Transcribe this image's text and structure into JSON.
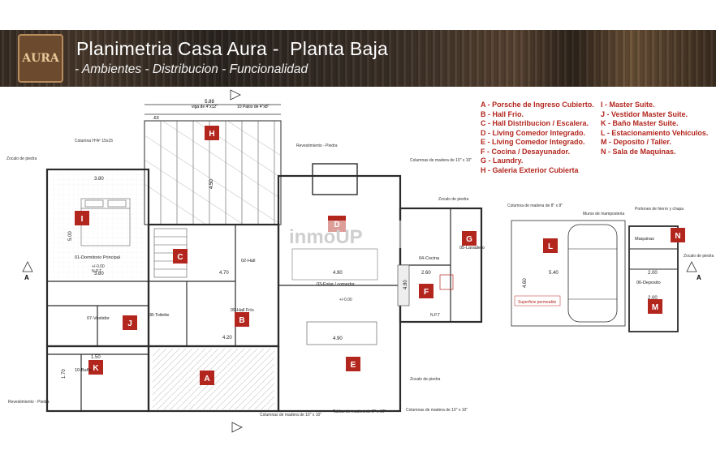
{
  "header": {
    "title": "Planimetria Casa Aura -  Planta Baja",
    "subtitle": "- Ambientes - Distribucion - Funcionalidad",
    "logo_text": "AURA"
  },
  "legend": {
    "col1": [
      "A - Porsche de Ingreso Cubierto.",
      "B - Hall Frio.",
      "C - Hall Distribucion / Escalera.",
      "D - Living Comedor Integrado.",
      "E - Living Comedor Integrado.",
      "F - Cocina / Desayunador.",
      "G - Laundry.",
      "H - Galeria Exterior Cubierta"
    ],
    "col2": [
      "I - Master Suite.",
      "J - Vestidor Master Suite.",
      "K - Baño Master Suite.",
      "L - Estacionamiento Vehículos.",
      "M - Deposito / Taller.",
      "N - Sala de Maquinas."
    ]
  },
  "markers": {
    "A": "A",
    "B": "B",
    "C": "C",
    "D": "D",
    "E": "E",
    "F": "F",
    "G": "G",
    "H": "H",
    "I": "I",
    "J": "J",
    "K": "K",
    "L": "L",
    "M": "M",
    "N": "N"
  },
  "rooms": {
    "dormitorio": "01-Dormitorio Principal",
    "hall": "02-Hall",
    "estar": "03-Estar / comedor",
    "cocina": "04-Cocina",
    "lavadero": "05-Lavadero",
    "deposito": "06-Deposito",
    "vestidor": "07-Vestidor",
    "toilette": "08-Toilette",
    "hall_frio": "09-Hall Frío",
    "bano": "10-Baño",
    "maquinas": "Maquinas"
  },
  "annotations": {
    "revestimiento_top": "Revestimiento - Piedra",
    "revestimiento_bottom": "Revestimiento - Piedra",
    "zocalo_left": "Zocalo de piedra",
    "zocalo_mid": "Zocalo de piedra",
    "zocalo_bottom": "Zocalo de piedra",
    "zocalo_right": "Zocalo de piedra",
    "columnas_top": "Columnas de madera de 10\" x 10\"",
    "columna_madera": "Columna de madera de 8\" x 8\"",
    "muros": "Muros de mamposteria",
    "portones": "Portones de hierro y chapa",
    "columnas_bottom1": "Columnas de madera de 10\" x 10\"",
    "tablas": "Tablas de madera de 2\" x 10\"",
    "columnas_bottom2": "Columnas de madera de 10\" x 10\"",
    "superficie": "Superficie permeable",
    "columna_hpa": "Columna HºAº 15x15",
    "viga": "viga de 4\"x12\"",
    "palos": "10 Palos de 4\"x8\"",
    "npt": "N.P.T",
    "level": "+/-0.00",
    "watermark": "inmoUP"
  },
  "dimensions": {
    "d588": "5.88",
    "d063": ".63",
    "d380a": "3.80",
    "d380b": "3.80",
    "d500": "5.00",
    "d470": "4.70",
    "d420": "4.20",
    "d490a": "4.90",
    "d490b": "4.90",
    "d260": "2.60",
    "d480": "4.80",
    "d540": "5.40",
    "d460": "4.60",
    "d200a": "2.00",
    "d200b": "2.00",
    "d150": "1.50",
    "d170": "1.70",
    "d450": "4.50"
  },
  "colors": {
    "marker": "#b3261e",
    "legend_text": "#b3261e",
    "line": "#2b2b2b"
  }
}
